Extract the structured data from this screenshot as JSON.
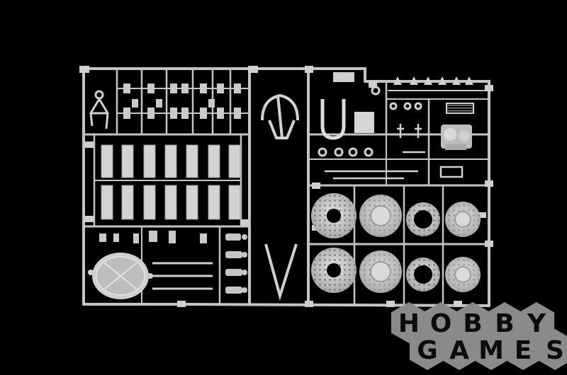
{
  "photo": {
    "subject": "plastic-model-sprue",
    "colors": {
      "background": "#000000",
      "plastic": "#c9c9c9",
      "plastic_shadow": "#8f8f8f",
      "watermark_hex": "#8a8a8a",
      "watermark_text": "#0c0c0c"
    }
  },
  "watermark": {
    "rows": [
      {
        "letters": [
          "H",
          "O",
          "B",
          "B",
          "Y"
        ]
      },
      {
        "letters": [
          "G",
          "A",
          "M",
          "E",
          "S"
        ]
      }
    ]
  }
}
